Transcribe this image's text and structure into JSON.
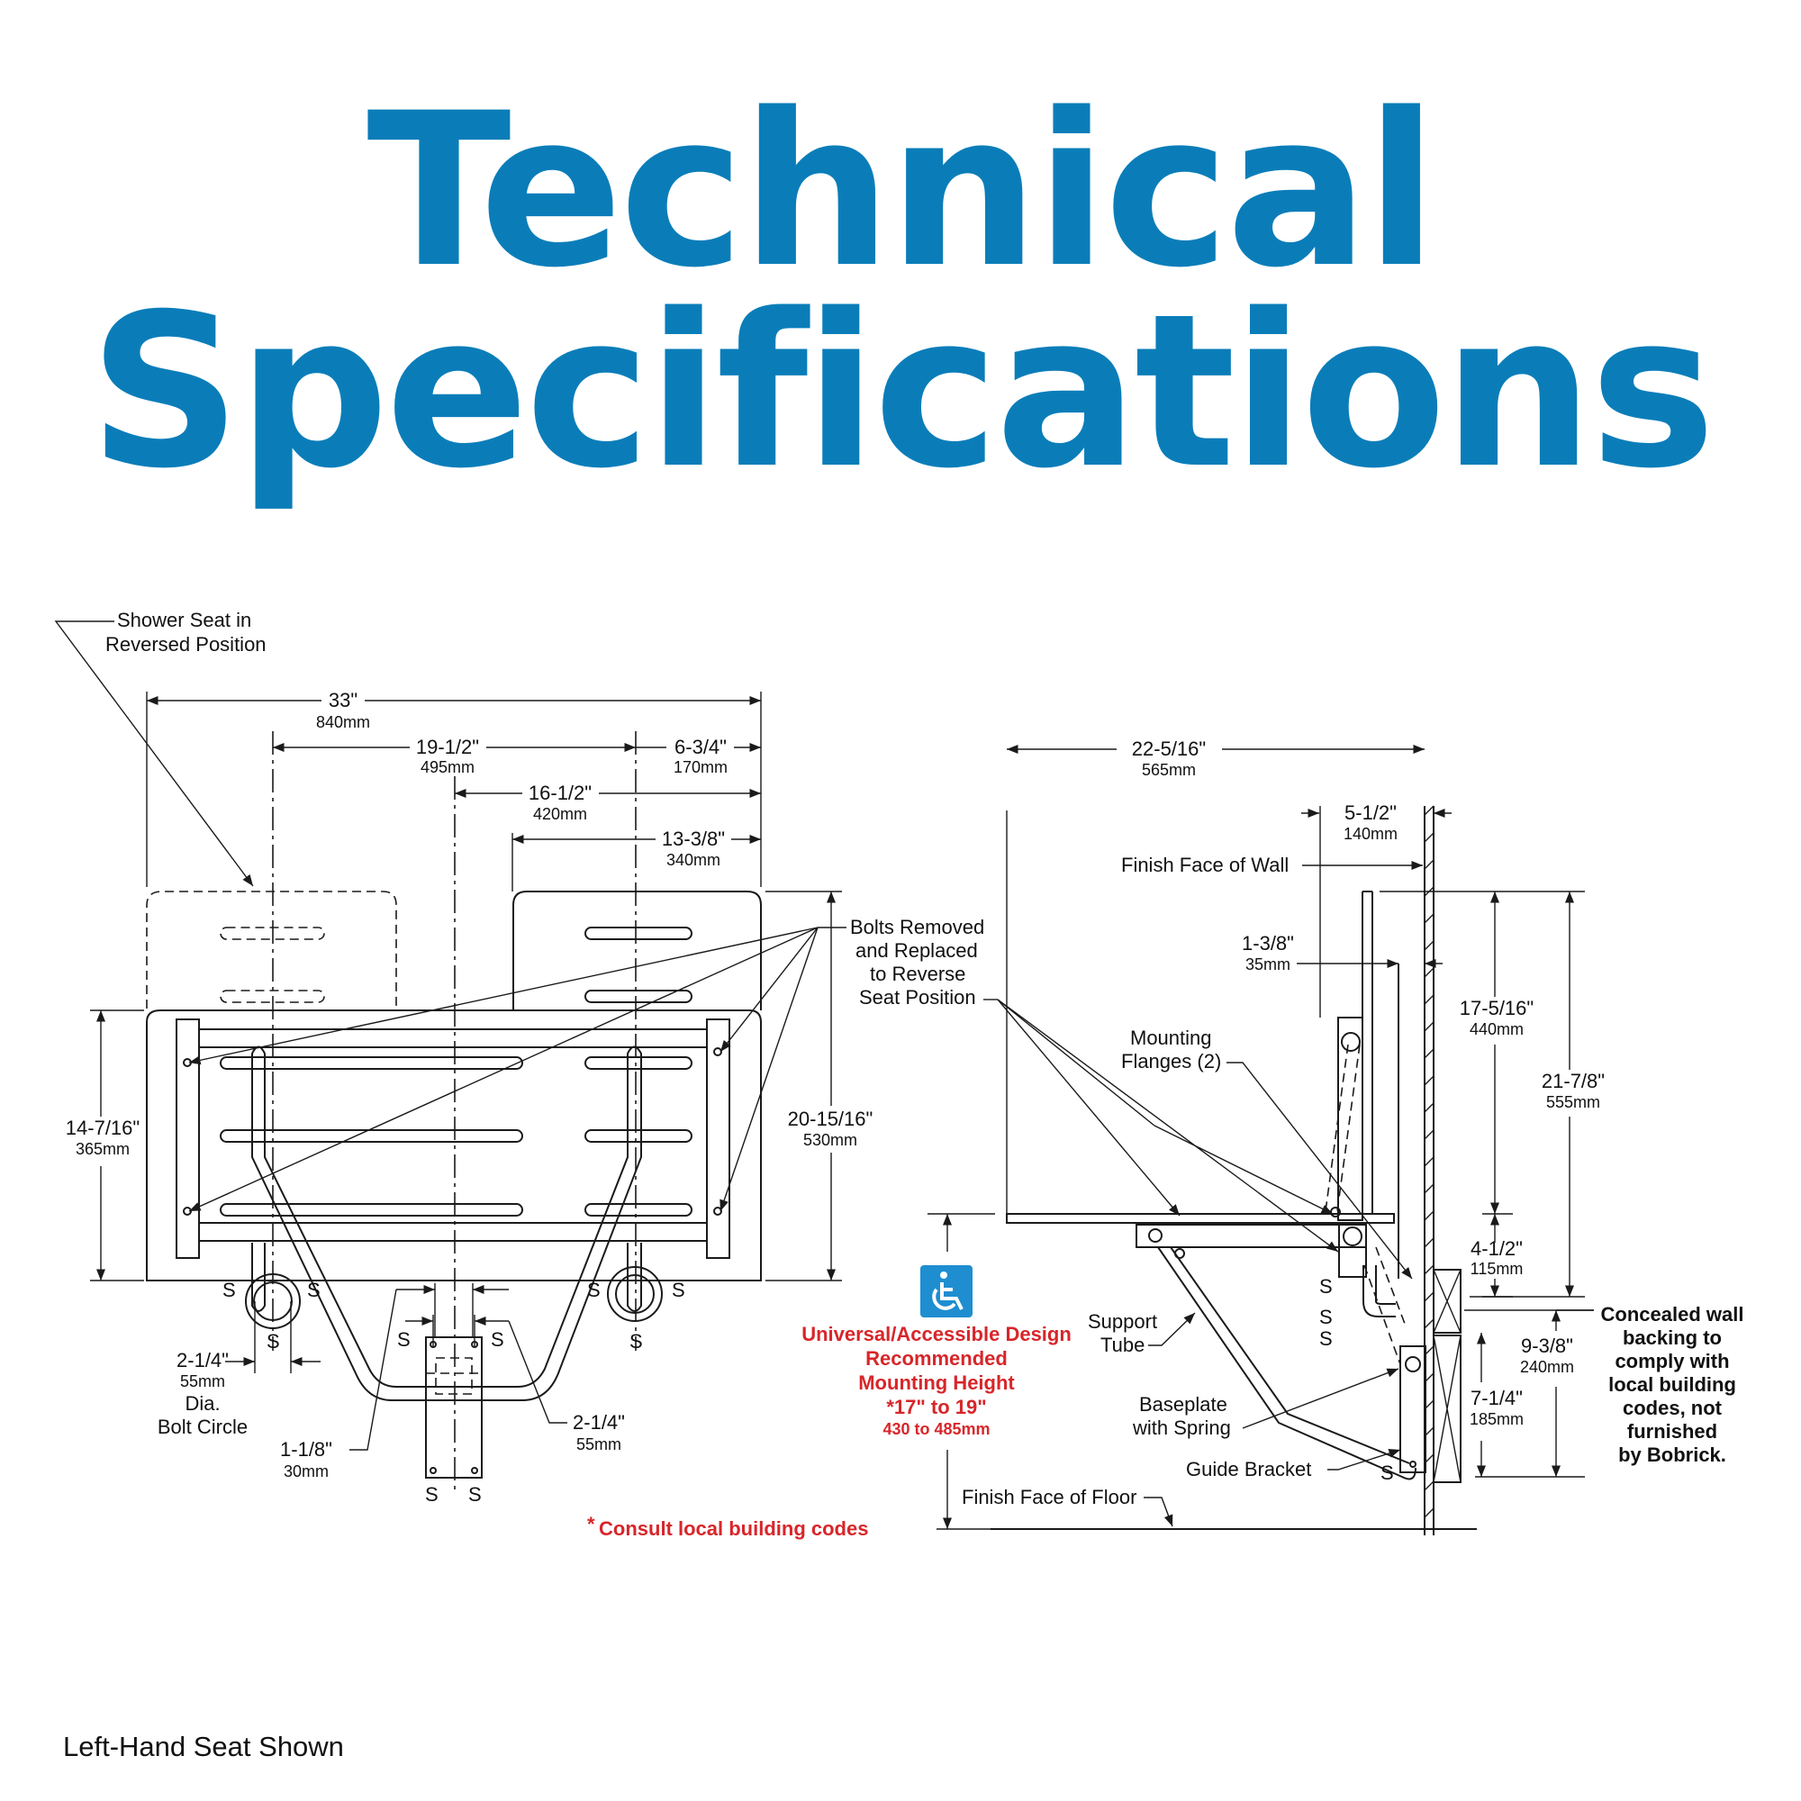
{
  "title": {
    "line1": "Technical",
    "line2": "Specifications"
  },
  "footer": "Left-Hand Seat Shown",
  "front_view": {
    "reversed_label": [
      "Shower Seat in",
      "Reversed Position"
    ],
    "dims": {
      "overall_width": {
        "in": "33\"",
        "mm": "840mm"
      },
      "bolt_span": {
        "in": "19-1/2\"",
        "mm": "495mm"
      },
      "right_offset": {
        "in": "6-3/4\"",
        "mm": "170mm"
      },
      "center_offset": {
        "in": "16-1/2\"",
        "mm": "420mm"
      },
      "back_width": {
        "in": "13-3/8\"",
        "mm": "340mm"
      },
      "seat_depth": {
        "in": "14-7/16\"",
        "mm": "365mm"
      },
      "overall_height": {
        "in": "20-15/16\"",
        "mm": "530mm"
      },
      "bolt_circle": {
        "in": "2-1/4\"",
        "mm": "55mm",
        "label": [
          "Dia.",
          "Bolt Circle"
        ]
      },
      "bracket_width": {
        "in": "1-1/8\"",
        "mm": "30mm"
      },
      "bracket_bolts": {
        "in": "2-1/4\"",
        "mm": "55mm"
      }
    },
    "bolts_label": [
      "Bolts Removed",
      "and Replaced",
      "to Reverse",
      "Seat Position"
    ],
    "screw_mark": "S"
  },
  "side_view": {
    "dims": {
      "projection": {
        "in": "22-5/16\"",
        "mm": "565mm"
      },
      "wall_clear": {
        "in": "5-1/2\"",
        "mm": "140mm"
      },
      "flange_offset": {
        "in": "1-3/8\"",
        "mm": "35mm"
      },
      "seat_to_top": {
        "in": "17-5/16\"",
        "mm": "440mm"
      },
      "overall_height": {
        "in": "21-7/8\"",
        "mm": "555mm"
      },
      "flange_gap": {
        "in": "4-1/2\"",
        "mm": "115mm"
      },
      "backing_height": {
        "in": "9-3/8\"",
        "mm": "240mm"
      },
      "lower_backing": {
        "in": "7-1/4\"",
        "mm": "185mm"
      }
    },
    "labels": {
      "finish_wall": "Finish Face of Wall",
      "mounting_flanges": [
        "Mounting",
        "Flanges (2)"
      ],
      "support_tube": [
        "Support",
        "Tube"
      ],
      "baseplate": [
        "Baseplate",
        "with Spring"
      ],
      "guide_bracket": "Guide Bracket",
      "finish_floor": "Finish Face of Floor"
    },
    "concealed": [
      "Concealed wall",
      "backing to",
      "comply with",
      "local building",
      "codes, not",
      "furnished",
      "by Bobrick."
    ]
  },
  "accessible": {
    "lines": [
      "Universal/Accessible Design",
      "Recommended",
      "Mounting Height",
      "*17\" to 19\""
    ],
    "mm": "430 to 485mm",
    "consult": "Consult local building codes",
    "asterisk": "*",
    "icon_color": "#1e8ed0",
    "text_color": "#d7262a"
  },
  "colors": {
    "title": "#0a7db9",
    "ink": "#1a1a1a"
  }
}
